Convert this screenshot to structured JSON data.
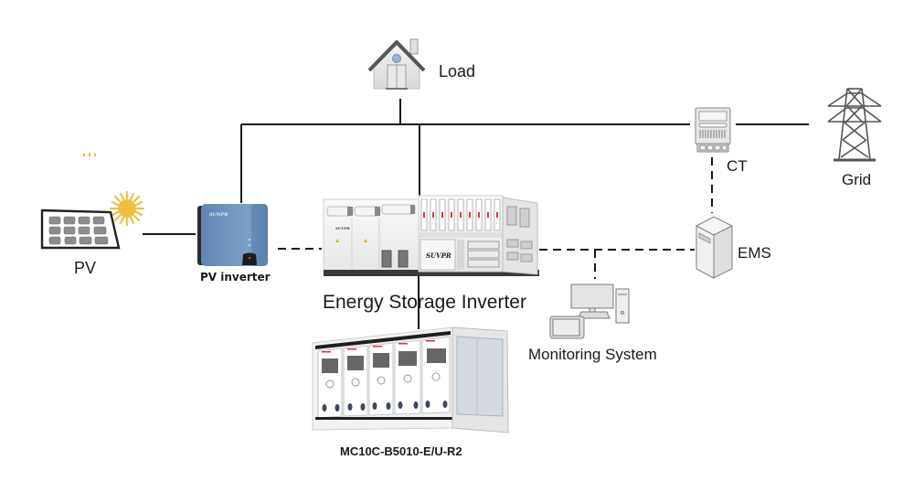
{
  "diagram": {
    "type": "energy-storage-system-topology",
    "nodes": {
      "load": {
        "label": "Load",
        "icon": "house-icon"
      },
      "ct": {
        "label": "CT",
        "icon": "electric-meter-icon"
      },
      "grid": {
        "label": "Grid",
        "icon": "transmission-tower-icon"
      },
      "pv": {
        "label": "PV",
        "icon": "solar-panel-icon"
      },
      "pv_inverter": {
        "label": "PV inverter",
        "icon": "inverter-icon",
        "brand": "SUNPR"
      },
      "energy_storage_inverter": {
        "label": "Energy Storage Inverter",
        "icon": "storage-inverter-cabinet-icon",
        "brand": "SUVPR"
      },
      "battery": {
        "label": "MC10C-B5010-E/U-R2",
        "icon": "battery-container-icon"
      },
      "ems": {
        "label": "EMS",
        "icon": "server-tower-icon"
      },
      "monitoring": {
        "label": "Monitoring System",
        "icon": "computer-tablet-icon"
      }
    },
    "connections": [
      {
        "from": "load",
        "to": "ac-bus",
        "style": "solid",
        "kind": "power"
      },
      {
        "from": "pv_inverter",
        "to": "ac-bus",
        "style": "solid",
        "kind": "power"
      },
      {
        "from": "energy_storage_inverter",
        "to": "ac-bus",
        "style": "solid",
        "kind": "power"
      },
      {
        "from": "ac-bus",
        "to": "ct",
        "style": "solid",
        "kind": "power"
      },
      {
        "from": "ct",
        "to": "grid",
        "style": "solid",
        "kind": "power"
      },
      {
        "from": "pv",
        "to": "pv_inverter",
        "style": "solid",
        "kind": "power"
      },
      {
        "from": "energy_storage_inverter",
        "to": "battery",
        "style": "solid",
        "kind": "power"
      },
      {
        "from": "pv_inverter",
        "to": "energy_storage_inverter",
        "style": "dashed",
        "kind": "communication"
      },
      {
        "from": "energy_storage_inverter",
        "to": "ems",
        "style": "dashed",
        "kind": "communication"
      },
      {
        "from": "monitoring",
        "to": "comm-bus",
        "style": "dashed",
        "kind": "communication"
      },
      {
        "from": "ct",
        "to": "ems",
        "style": "dashed",
        "kind": "communication"
      }
    ],
    "colors": {
      "line": "#1a1a1a",
      "inverter_blue": "#6f93bd",
      "sun": "#f0c040",
      "icon_gray": "#5a5a5a",
      "cabinet_white": "#f1f1f1",
      "accent_red": "#d23a3a"
    }
  }
}
